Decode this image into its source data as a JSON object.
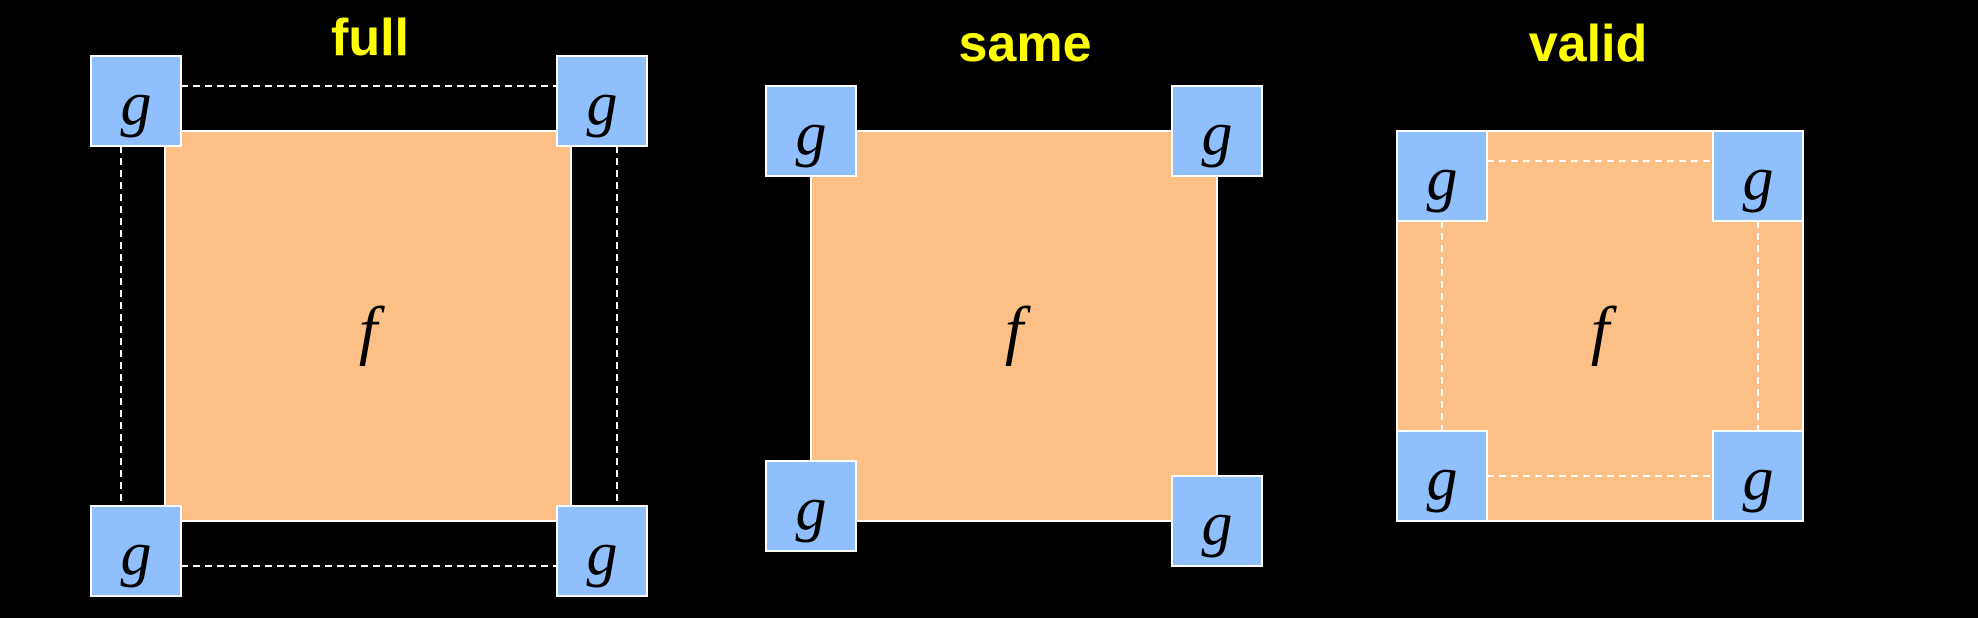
{
  "colors": {
    "background": "#000000",
    "title": "#ffff00",
    "signal": "#fcbf86",
    "kernel": "#8fbffc",
    "edge": "#ffffff",
    "dash_outside": "#ffffff",
    "dash_inside": "#ffffff"
  },
  "panels": [
    {
      "id": "full",
      "title": "full",
      "signal_label": "f",
      "kernel_labels": [
        "g",
        "g",
        "g",
        "g"
      ]
    },
    {
      "id": "same",
      "title": "same",
      "signal_label": "f",
      "kernel_labels": [
        "g",
        "g",
        "g",
        "g"
      ]
    },
    {
      "id": "valid",
      "title": "valid",
      "signal_label": "f",
      "kernel_labels": [
        "g",
        "g",
        "g",
        "g"
      ]
    }
  ]
}
